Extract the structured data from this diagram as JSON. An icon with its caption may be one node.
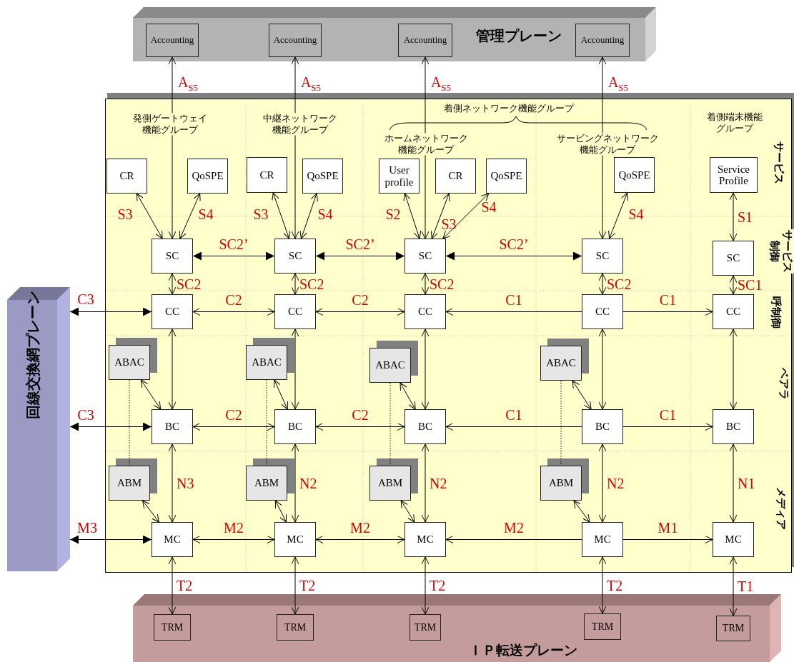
{
  "diagram": {
    "nodes": [
      {
        "text": [
          "管理プレーン"
        ]
      },
      {
        "text": [
          "Accounting"
        ],
        "in": 0
      },
      {
        "text": [
          "Accounting"
        ],
        "in": 0
      },
      {
        "text": [
          "Accounting"
        ],
        "in": 0
      },
      {
        "text": [
          "Accounting"
        ],
        "in": 0
      },
      {
        "text": [
          "回線交換網プレーン"
        ]
      },
      {
        "text": [
          "ＩＰ転送プレーン"
        ]
      },
      {
        "text": [
          "TRM"
        ],
        "in": 6
      },
      {
        "text": [
          "TRM"
        ],
        "in": 6
      },
      {
        "text": [
          "TRM"
        ],
        "in": 6
      },
      {
        "text": [
          "TRM"
        ],
        "in": 6
      },
      {
        "text": [
          "TRM"
        ],
        "in": 6
      },
      {
        "text": [
          "CR"
        ]
      },
      {
        "text": [
          "QoSPE"
        ]
      },
      {
        "text": [
          "SC"
        ]
      },
      {
        "text": [
          "CC"
        ]
      },
      {
        "text": [
          "ABAC"
        ]
      },
      {
        "text": [
          "BC"
        ]
      },
      {
        "text": [
          "ABM"
        ]
      },
      {
        "text": [
          "MC"
        ]
      },
      {
        "text": [
          "CR"
        ]
      },
      {
        "text": [
          "QoSPE"
        ]
      },
      {
        "text": [
          "SC"
        ]
      },
      {
        "text": [
          "CC"
        ]
      },
      {
        "text": [
          "ABAC"
        ]
      },
      {
        "text": [
          "BC"
        ]
      },
      {
        "text": [
          "ABM"
        ]
      },
      {
        "text": [
          "MC"
        ]
      },
      {
        "text": [
          "User profile"
        ]
      },
      {
        "text": [
          "CR"
        ]
      },
      {
        "text": [
          "QoSPE"
        ]
      },
      {
        "text": [
          "SC"
        ]
      },
      {
        "text": [
          "CC"
        ]
      },
      {
        "text": [
          "ABAC"
        ]
      },
      {
        "text": [
          "BC"
        ]
      },
      {
        "text": [
          "ABM"
        ]
      },
      {
        "text": [
          "MC"
        ]
      },
      {
        "text": [
          "QoSPE"
        ]
      },
      {
        "text": [
          "SC"
        ]
      },
      {
        "text": [
          "CC"
        ]
      },
      {
        "text": [
          "ABAC"
        ]
      },
      {
        "text": [
          "BC"
        ]
      },
      {
        "text": [
          "ABM"
        ]
      },
      {
        "text": [
          "MC"
        ]
      },
      {
        "text": [
          "Service Profile"
        ]
      },
      {
        "text": [
          "SC"
        ]
      },
      {
        "text": [
          "CC"
        ]
      },
      {
        "text": [
          "BC"
        ]
      },
      {
        "text": [
          "MC"
        ]
      }
    ],
    "edges": [
      {
        "from": 1,
        "to": 14,
        "arrow": "both",
        "label": "A$_{S5}$"
      },
      {
        "from": 2,
        "to": 22,
        "arrow": "both",
        "label": "A$_{S5}$"
      },
      {
        "from": 3,
        "to": 31,
        "arrow": "both",
        "label": "A$_{S5}$"
      },
      {
        "from": 4,
        "to": 38,
        "arrow": "both",
        "label": "A$_{S5}$"
      },
      {
        "from": 12,
        "to": 14,
        "arrow": "both",
        "label": "S3"
      },
      {
        "from": 13,
        "to": 14,
        "arrow": "both",
        "label": "S4"
      },
      {
        "from": 20,
        "to": 22,
        "arrow": "both",
        "label": "S3"
      },
      {
        "from": 21,
        "to": 22,
        "arrow": "both",
        "label": "S4"
      },
      {
        "from": 28,
        "to": 31,
        "arrow": "both",
        "label": "S2"
      },
      {
        "from": 29,
        "to": 31,
        "arrow": "both",
        "label": "S3"
      },
      {
        "from": 30,
        "to": 31,
        "arrow": "both",
        "label": "S4"
      },
      {
        "from": 37,
        "to": 38,
        "arrow": "both",
        "label": "S4"
      },
      {
        "from": 44,
        "to": 45,
        "arrow": "both",
        "label": "S1"
      },
      {
        "from": 14,
        "to": 22,
        "arrow": "both",
        "label": "SC2’"
      },
      {
        "from": 22,
        "to": 31,
        "arrow": "both",
        "label": "SC2’"
      },
      {
        "from": 31,
        "to": 38,
        "arrow": "both",
        "label": "SC2’"
      },
      {
        "from": 14,
        "to": 15,
        "arrow": "both",
        "label": "SC2"
      },
      {
        "from": 22,
        "to": 23,
        "arrow": "both",
        "label": "SC2"
      },
      {
        "from": 31,
        "to": 32,
        "arrow": "both",
        "label": "SC2"
      },
      {
        "from": 38,
        "to": 39,
        "arrow": "both",
        "label": "SC2"
      },
      {
        "from": 45,
        "to": 46,
        "arrow": "both",
        "label": "SC1"
      },
      {
        "from": 5,
        "to": 15,
        "arrow": "both",
        "label": "C3"
      },
      {
        "from": 15,
        "to": 23,
        "arrow": "both",
        "label": "C2"
      },
      {
        "from": 23,
        "to": 32,
        "arrow": "both",
        "label": "C2"
      },
      {
        "from": 39,
        "to": 32,
        "arrow": "to",
        "label": "C1"
      },
      {
        "from": 39,
        "to": 46,
        "arrow": "to",
        "label": "C1"
      },
      {
        "from": 15,
        "to": 17,
        "arrow": "both"
      },
      {
        "from": 23,
        "to": 25,
        "arrow": "both"
      },
      {
        "from": 32,
        "to": 34,
        "arrow": "both"
      },
      {
        "from": 39,
        "to": 41,
        "arrow": "both"
      },
      {
        "from": 46,
        "to": 47,
        "arrow": "both"
      },
      {
        "from": 16,
        "to": 17,
        "arrow": "both"
      },
      {
        "from": 24,
        "to": 25,
        "arrow": "both"
      },
      {
        "from": 33,
        "to": 34,
        "arrow": "both"
      },
      {
        "from": 40,
        "to": 41,
        "arrow": "both"
      },
      {
        "from": 16,
        "to": 18,
        "arrow": "none",
        "style": "dashed"
      },
      {
        "from": 24,
        "to": 26,
        "arrow": "none",
        "style": "dashed"
      },
      {
        "from": 33,
        "to": 35,
        "arrow": "none",
        "style": "dashed"
      },
      {
        "from": 40,
        "to": 42,
        "arrow": "none",
        "style": "dashed"
      },
      {
        "from": 5,
        "to": 17,
        "arrow": "both",
        "label": "C3"
      },
      {
        "from": 17,
        "to": 25,
        "arrow": "both",
        "label": "C2"
      },
      {
        "from": 25,
        "to": 34,
        "arrow": "both",
        "label": "C2"
      },
      {
        "from": 41,
        "to": 34,
        "arrow": "to",
        "label": "C1"
      },
      {
        "from": 41,
        "to": 47,
        "arrow": "to",
        "label": "C1"
      },
      {
        "from": 17,
        "to": 19,
        "arrow": "both",
        "label": "N3"
      },
      {
        "from": 25,
        "to": 27,
        "arrow": "both",
        "label": "N2"
      },
      {
        "from": 34,
        "to": 36,
        "arrow": "both",
        "label": "N2"
      },
      {
        "from": 41,
        "to": 43,
        "arrow": "both",
        "label": "N2"
      },
      {
        "from": 47,
        "to": 48,
        "arrow": "both",
        "label": "N1"
      },
      {
        "from": 18,
        "to": 19,
        "arrow": "both"
      },
      {
        "from": 26,
        "to": 27,
        "arrow": "both"
      },
      {
        "from": 35,
        "to": 36,
        "arrow": "both"
      },
      {
        "from": 42,
        "to": 43,
        "arrow": "both"
      },
      {
        "from": 5,
        "to": 19,
        "arrow": "both",
        "label": "M3"
      },
      {
        "from": 19,
        "to": 27,
        "arrow": "both",
        "label": "M2"
      },
      {
        "from": 27,
        "to": 36,
        "arrow": "both",
        "label": "M2"
      },
      {
        "from": 43,
        "to": 36,
        "arrow": "to",
        "label": "M2"
      },
      {
        "from": 43,
        "to": 48,
        "arrow": "to",
        "label": "M1"
      },
      {
        "from": 19,
        "to": 7,
        "arrow": "both",
        "label": "T2"
      },
      {
        "from": 27,
        "to": 8,
        "arrow": "both",
        "label": "T2"
      },
      {
        "from": 36,
        "to": 9,
        "arrow": "both",
        "label": "T2"
      },
      {
        "from": 43,
        "to": 10,
        "arrow": "both",
        "label": "T2"
      },
      {
        "from": 48,
        "to": 11,
        "arrow": "both",
        "label": "T1"
      }
    ],
    "labels": [
      "発側ゲートウェイ機能グループ",
      "中継ネットワーク機能グループ",
      "着側ネットワーク機能グループ",
      "着側端末機能グループ",
      "ホームネットワーク機能グループ",
      "サービングネットワーク機能グループ",
      "サービス",
      "サービス制御",
      "呼制御",
      "ベアラ",
      "メディア"
    ]
  }
}
